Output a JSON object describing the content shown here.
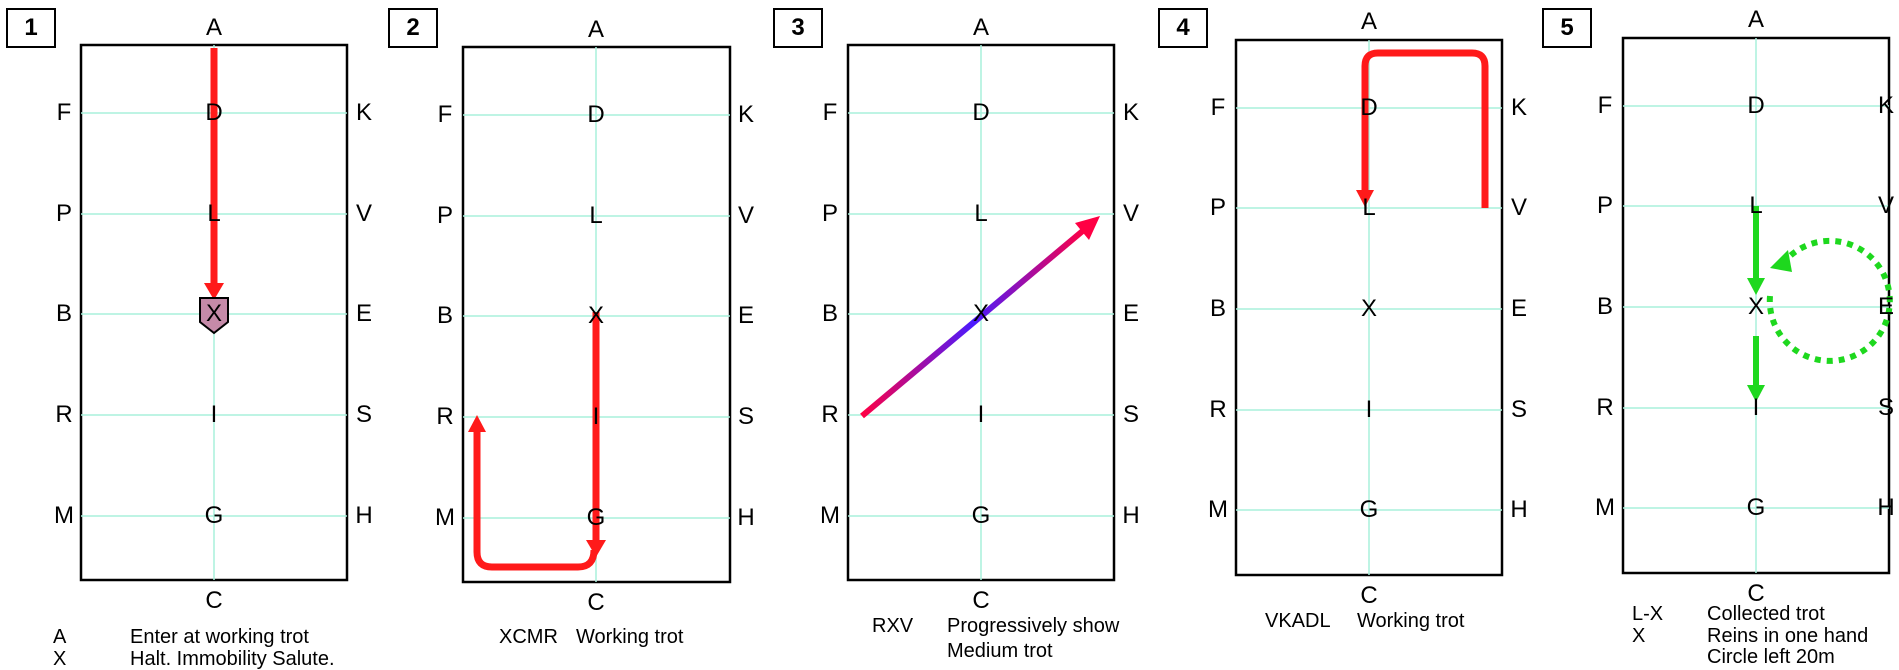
{
  "panels": [
    {
      "number": "1",
      "letters": {
        "top": "A",
        "bottom": "C",
        "left": [
          "F",
          "P",
          "B",
          "R",
          "M"
        ],
        "center": [
          "D",
          "L",
          "X",
          "I",
          "G"
        ],
        "right": [
          "K",
          "V",
          "E",
          "S",
          "H"
        ]
      },
      "captions": [
        {
          "marker": "A",
          "text": "Enter at working trot"
        },
        {
          "marker": "X",
          "text": "Halt. Immobility Salute."
        }
      ]
    },
    {
      "number": "2",
      "letters": {
        "top": "A",
        "bottom": "C",
        "left": [
          "F",
          "P",
          "B",
          "R",
          "M"
        ],
        "center": [
          "D",
          "L",
          "X",
          "I",
          "G"
        ],
        "right": [
          "K",
          "V",
          "E",
          "S",
          "H"
        ]
      },
      "captions": [
        {
          "marker": "XCMR",
          "text": "Working trot"
        }
      ]
    },
    {
      "number": "3",
      "letters": {
        "top": "A",
        "bottom": "C",
        "left": [
          "F",
          "P",
          "B",
          "R",
          "M"
        ],
        "center": [
          "D",
          "L",
          "X",
          "I",
          "G"
        ],
        "right": [
          "K",
          "V",
          "E",
          "S",
          "H"
        ]
      },
      "captions": [
        {
          "marker": "RXV",
          "text": "Progressively show"
        },
        {
          "marker": "",
          "text": "Medium trot"
        }
      ]
    },
    {
      "number": "4",
      "letters": {
        "top": "A",
        "bottom": "C",
        "left": [
          "F",
          "P",
          "B",
          "R",
          "M"
        ],
        "center": [
          "D",
          "L",
          "X",
          "I",
          "G"
        ],
        "right": [
          "K",
          "V",
          "E",
          "S",
          "H"
        ]
      },
      "captions": [
        {
          "marker": "VKADL",
          "text": "Working trot"
        }
      ]
    },
    {
      "number": "5",
      "letters": {
        "top": "A",
        "bottom": "C",
        "left": [
          "F",
          "P",
          "B",
          "R",
          "M"
        ],
        "center": [
          "D",
          "L",
          "X",
          "I",
          "G"
        ],
        "right": [
          "K",
          "V",
          "E",
          "S",
          "H"
        ]
      },
      "captions": [
        {
          "marker": "L-X",
          "text": "Collected trot"
        },
        {
          "marker": "X",
          "text": "Reins in one hand"
        },
        {
          "marker": "",
          "text": "Circle left 20m"
        }
      ]
    }
  ],
  "colors": {
    "arena_border": "#000000",
    "grid_line": "#a8f0dc",
    "path_red": "#ff1a1a",
    "path_green": "#1ed81e",
    "gradient_start": "#ff0044",
    "gradient_mid": "#4a1aff",
    "halt_marker": "#c58aa8"
  }
}
